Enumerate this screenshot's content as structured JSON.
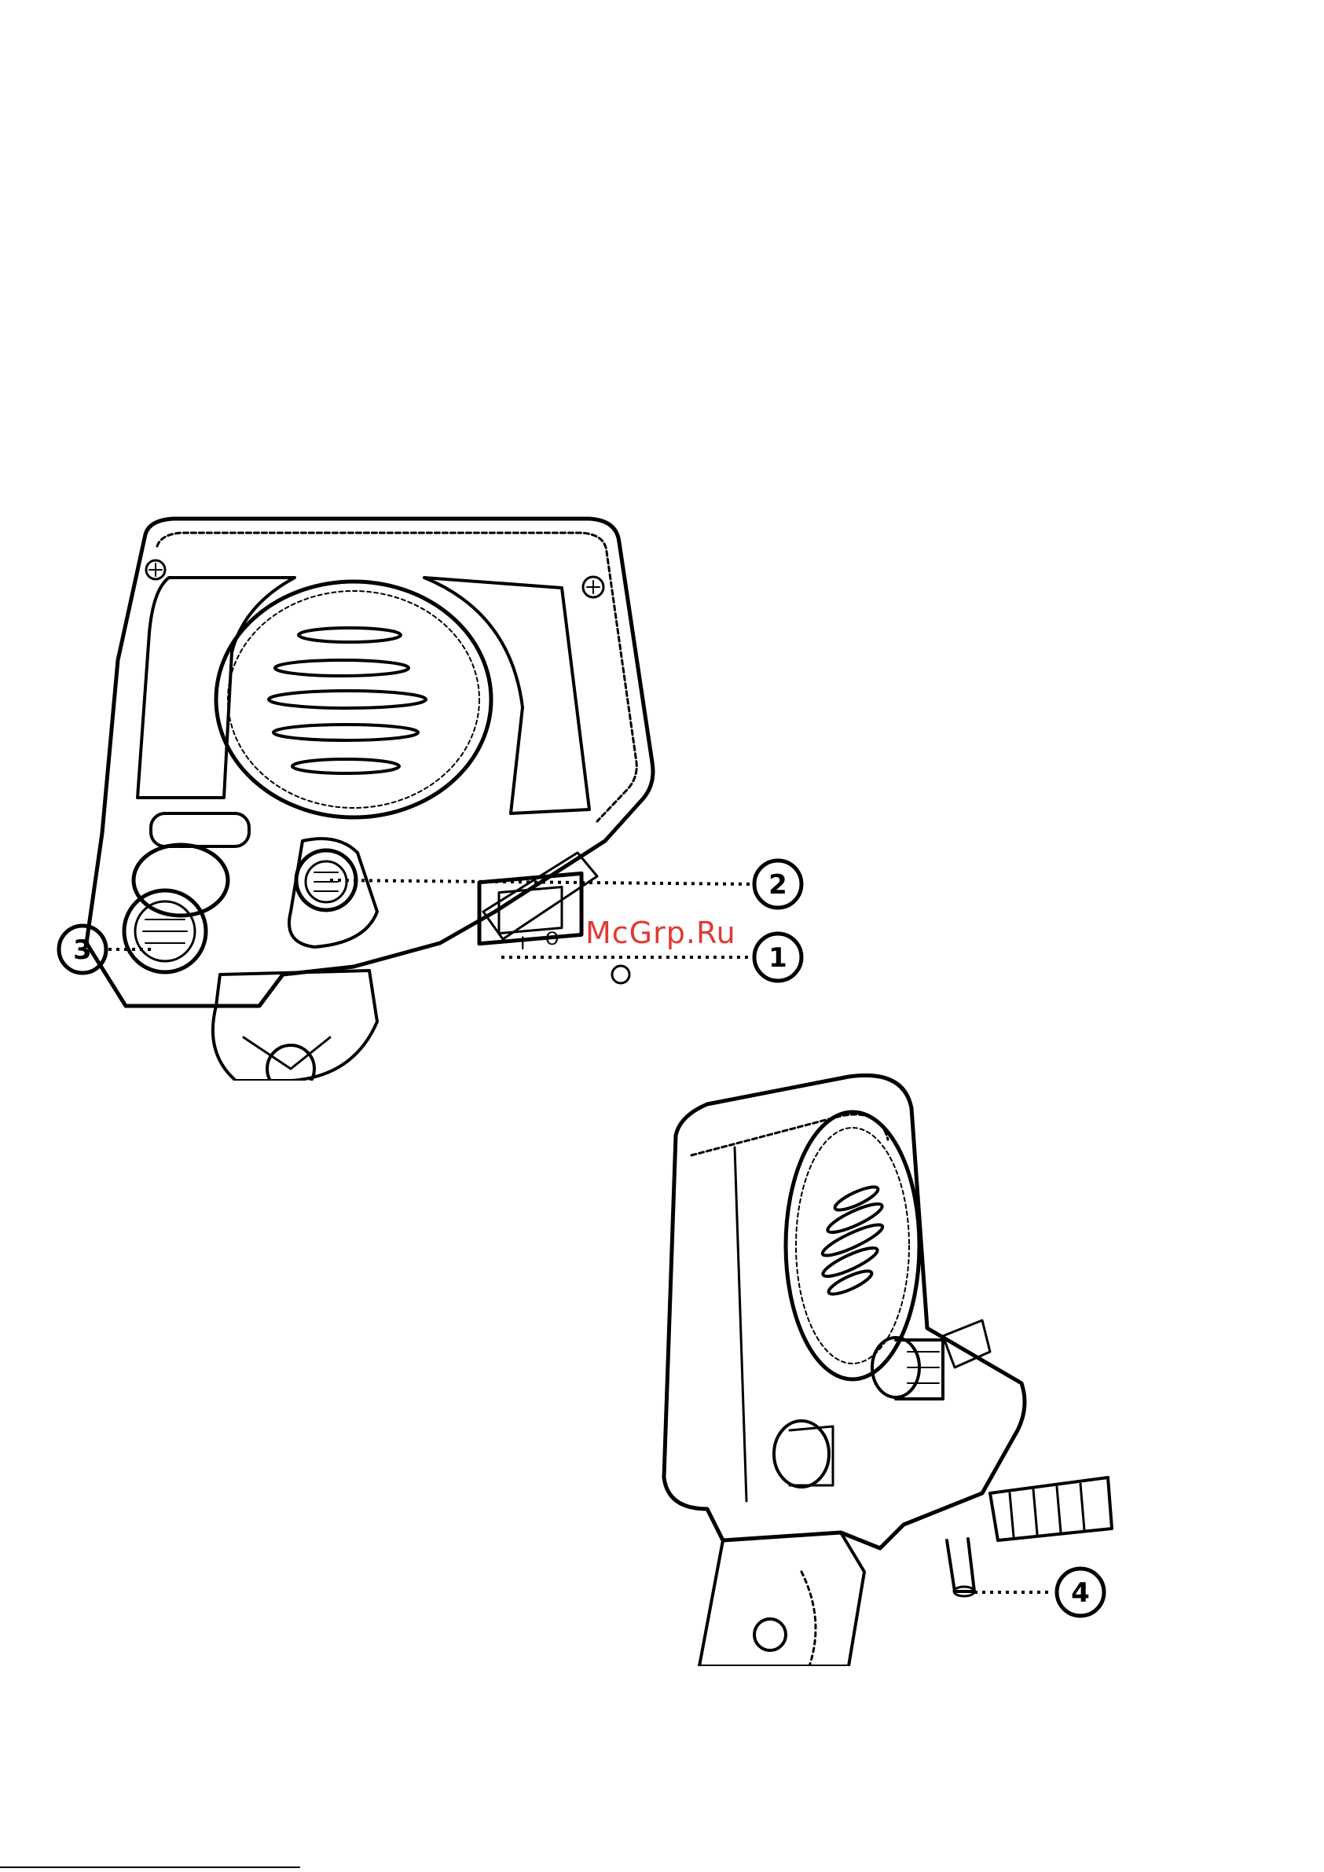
{
  "watermark": "McGrp.Ru",
  "callouts": [
    {
      "id": "1",
      "label": "1"
    },
    {
      "id": "2",
      "label": "2"
    },
    {
      "id": "3",
      "label": "3"
    },
    {
      "id": "4",
      "label": "4"
    }
  ],
  "switch_marks": {
    "on": "I",
    "off": "O"
  },
  "colors": {
    "line": "#000000",
    "background": "#ffffff",
    "watermark": "#e03a35"
  }
}
